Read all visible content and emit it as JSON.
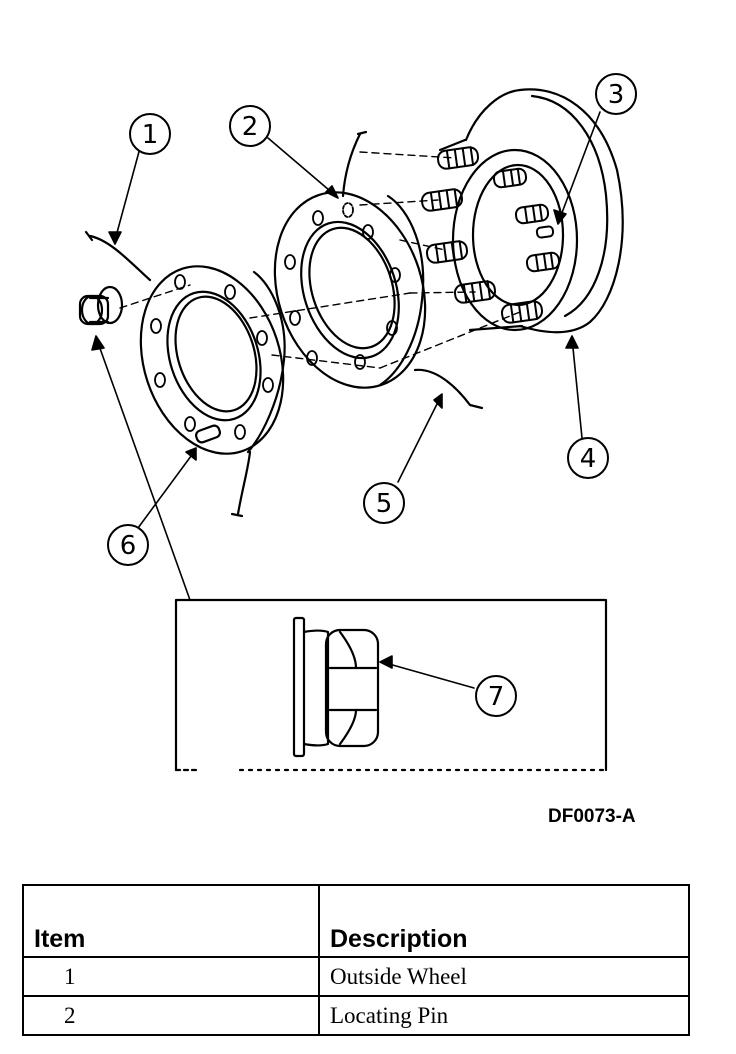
{
  "diagram": {
    "callouts": [
      "1",
      "2",
      "3",
      "4",
      "5",
      "6",
      "7"
    ],
    "figure_id": "DF0073-A"
  },
  "table": {
    "headers": {
      "item": "Item",
      "description": "Description"
    },
    "rows": [
      {
        "item": "1",
        "description": "Outside Wheel"
      },
      {
        "item": "2",
        "description": "Locating Pin"
      }
    ]
  }
}
